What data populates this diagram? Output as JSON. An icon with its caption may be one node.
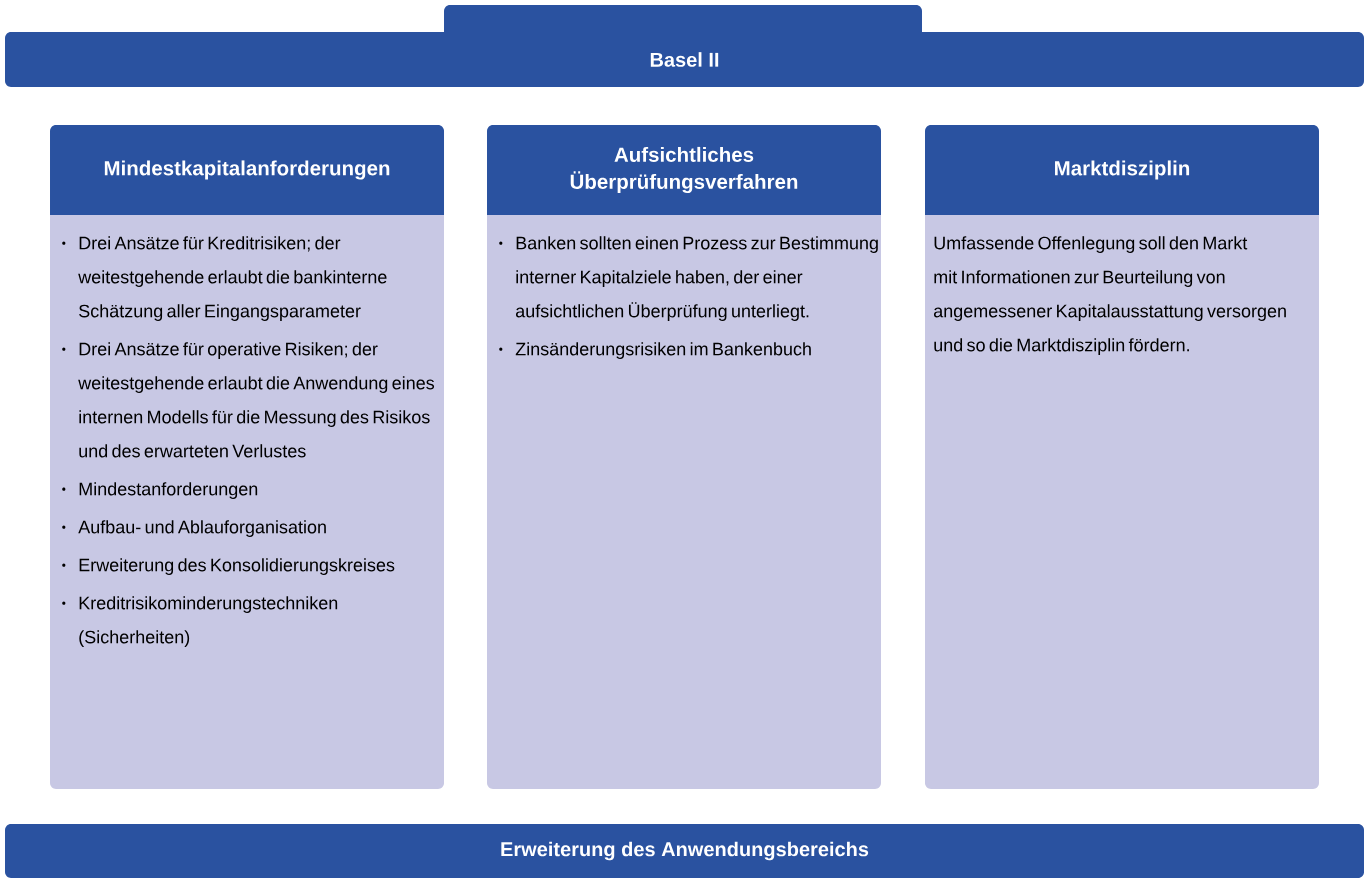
{
  "diagram": {
    "nodes": [
      {
        "text": [
          "Basel II"
        ]
      },
      {
        "text": [
          "Mindestkapitalanforderungen",
          "Drei Ansätze für Kreditrisiken; der weitestgehende erlaubt die bankinterne Schätzung aller Eingangsparameter",
          "Drei Ansätze für operative Risiken; der weitestgehende erlaubt die Anwendung eines internen Modells für die Messung des Risikos und des erwarteten Verlustes",
          "Mindestanforderungen",
          "Aufbau- und Ablauforganisation",
          "Erweiterung des Konsolidierungskreises",
          "Kreditrisikominderungstechniken (Sicherheiten)"
        ]
      },
      {
        "text": [
          "Aufsichtliches Überprüfungsverfahren",
          "Banken sollten einen Prozess zur Bestimmung interner Kapitalziele haben, der einer aufsichtlichen Überprüfung unterliegt.",
          "Zinsänderungsrisiken im Bankenbuch"
        ]
      },
      {
        "text": [
          "Marktdisziplin",
          "Umfassende Offenlegung soll den Markt mit Informationen zur Beurteilung von angemessener Kapitalausstattung versorgen und so die Marktdisziplin fördern."
        ]
      },
      {
        "text": [
          "Erweiterung des Anwendungsbereichs"
        ]
      }
    ]
  }
}
